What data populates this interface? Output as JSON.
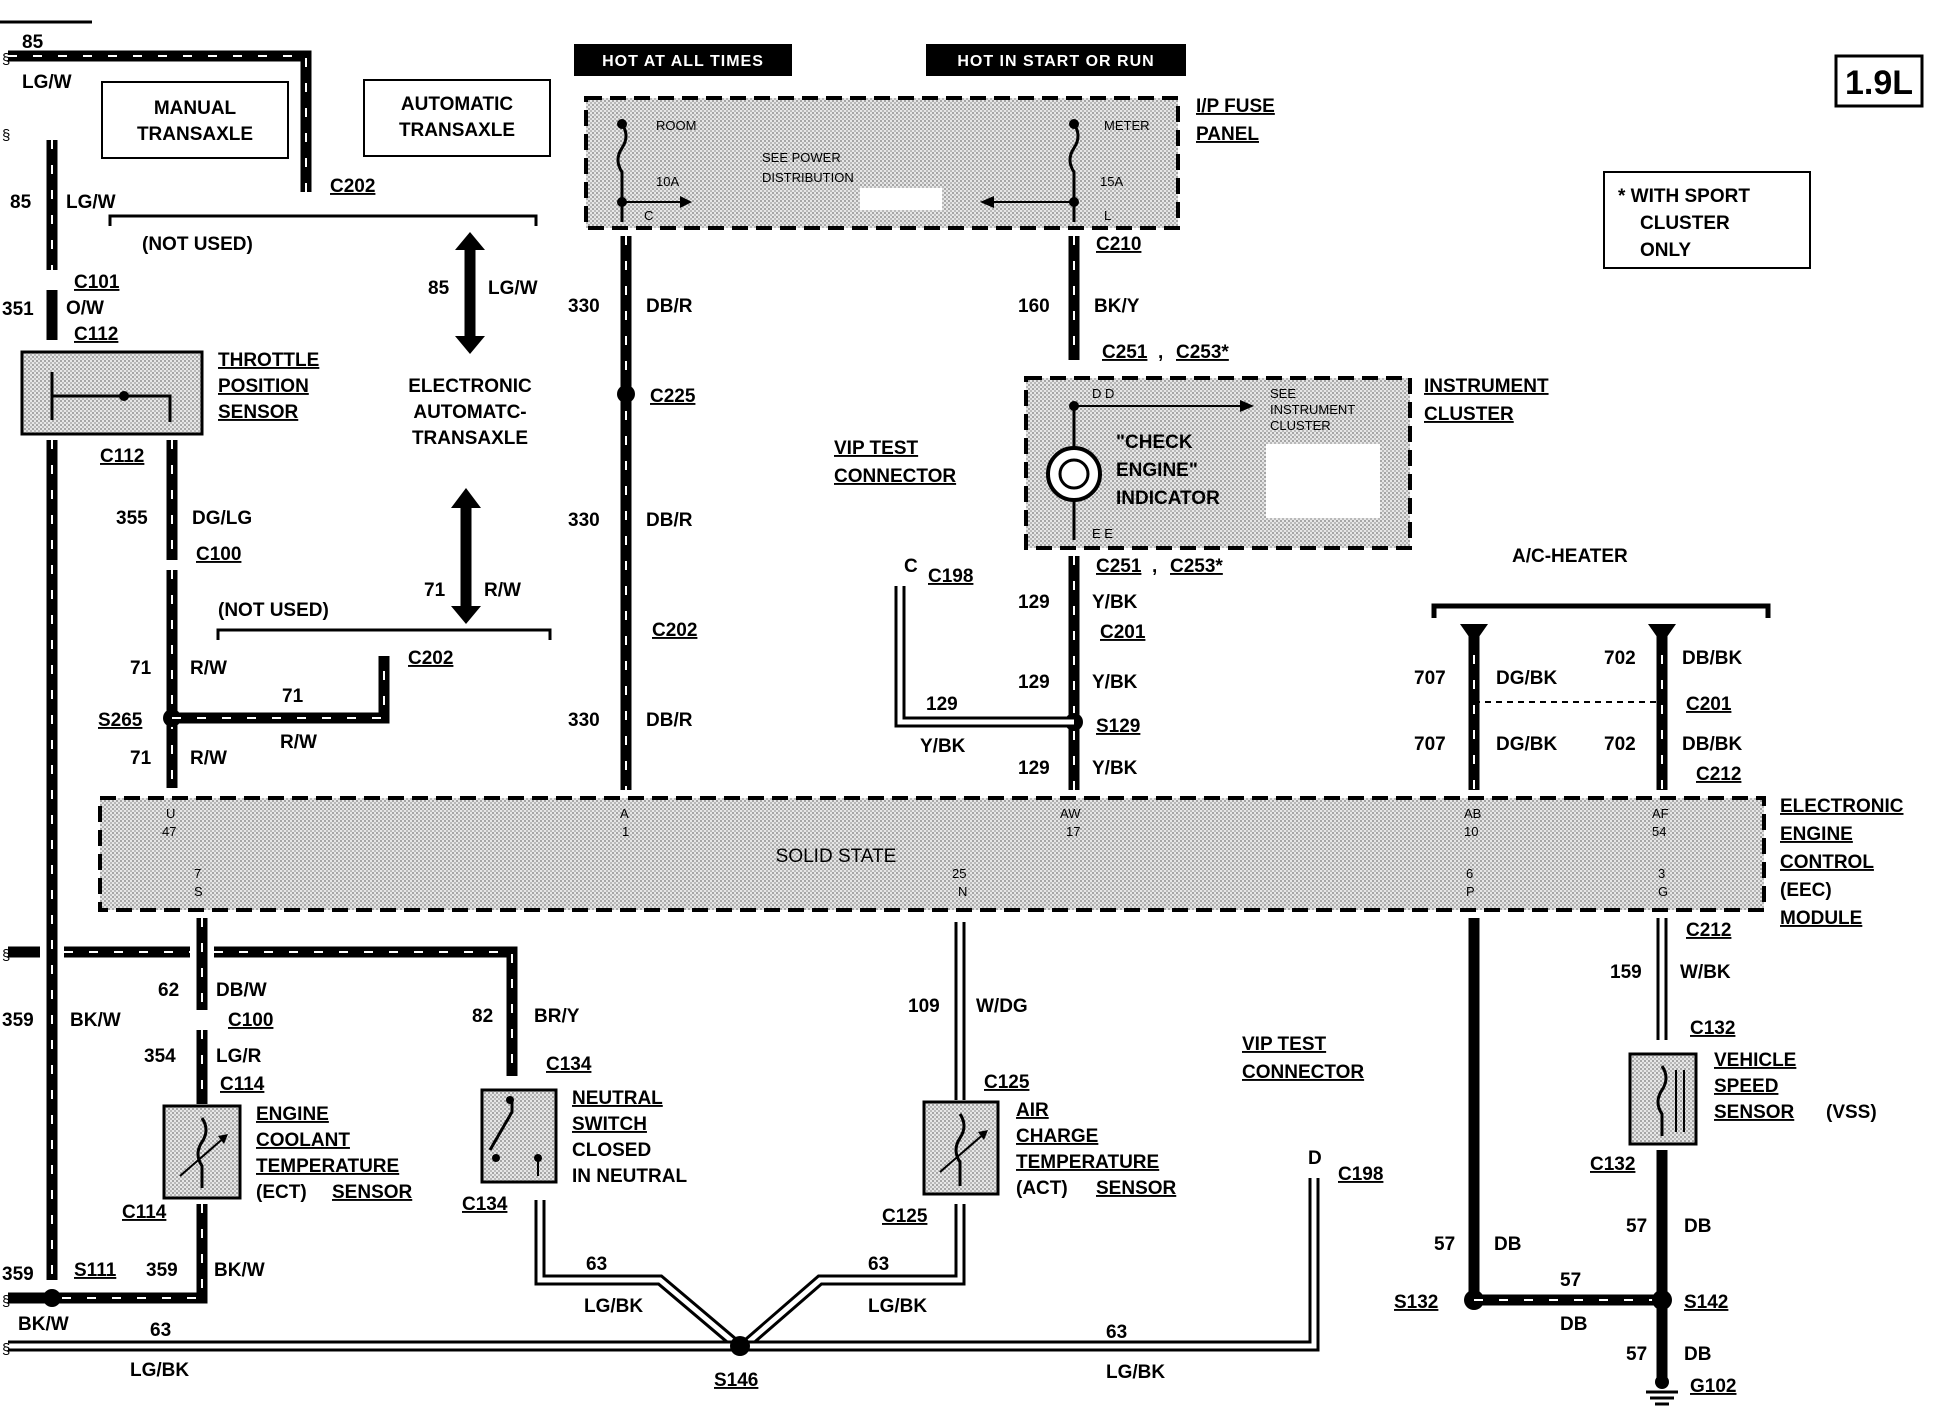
{
  "title_badge": "1.9L",
  "headers": {
    "hot_all_times": "HOT AT ALL TIMES",
    "hot_start_run": "HOT IN START OR RUN"
  },
  "components": {
    "manual_transaxle": [
      "MANUAL",
      "TRANSAXLE"
    ],
    "automatic_transaxle": [
      "AUTOMATIC",
      "TRANSAXLE"
    ],
    "ip_fuse_panel": [
      "I/P FUSE",
      "PANEL"
    ],
    "fuse_room": "ROOM",
    "fuse_meter": "METER",
    "fuse_10a": "10A",
    "fuse_15a": "15A",
    "fuse_pin_c": "C",
    "fuse_pin_l": "L",
    "see_power": [
      "SEE POWER",
      "DISTRIBUTION"
    ],
    "sport_note": [
      "* WITH SPORT",
      "CLUSTER",
      "ONLY"
    ],
    "tps": [
      "THROTTLE",
      "POSITION",
      "SENSOR"
    ],
    "eatx": [
      "ELECTRONIC",
      "AUTOMATC-",
      "TRANSAXLE"
    ],
    "not_used": "(NOT USED)",
    "vip_test_1": [
      "VIP TEST",
      "CONNECTOR"
    ],
    "instrument_cluster": [
      "INSTRUMENT",
      "CLUSTER"
    ],
    "see_instrument": [
      "SEE",
      "INSTRUMENT",
      "CLUSTER"
    ],
    "check_engine": [
      "\"CHECK",
      "ENGINE\"",
      "INDICATOR"
    ],
    "ic_pins_top": "D  D",
    "ic_pins_bot": "E  E",
    "ac_heater": "A/C-HEATER",
    "solid_state": "SOLID STATE",
    "eec": [
      "ELECTRONIC",
      "ENGINE",
      "CONTROL",
      "(EEC)",
      "MODULE"
    ],
    "ect": [
      "ENGINE",
      "COOLANT",
      "TEMPERATURE",
      "(ECT)",
      "SENSOR"
    ],
    "neutral": [
      "NEUTRAL",
      "SWITCH",
      "CLOSED",
      "IN NEUTRAL"
    ],
    "act": [
      "AIR",
      "CHARGE",
      "TEMPERATURE",
      "(ACT)",
      "SENSOR"
    ],
    "vip_test_2": [
      "VIP TEST",
      "CONNECTOR"
    ],
    "vss": [
      "VEHICLE",
      "SPEED",
      "SENSOR",
      "(VSS)"
    ]
  },
  "eec_pins": [
    {
      "top": "U",
      "num": "47"
    },
    {
      "top": "A",
      "num": "1"
    },
    {
      "top": "AW",
      "num": "17"
    },
    {
      "top": "AB",
      "num": "10"
    },
    {
      "top": "AF",
      "num": "54"
    }
  ],
  "eec_pins_bottom": [
    {
      "num": "7",
      "bot": "S"
    },
    {
      "num": "25",
      "bot": "N"
    },
    {
      "num": "6",
      "bot": "P"
    },
    {
      "num": "3",
      "bot": "G"
    }
  ],
  "connectors": {
    "c202a": "C202",
    "c101": "C101",
    "c112a": "C112",
    "c112b": "C112",
    "c100a": "C100",
    "c202b": "C202",
    "s265": "S265",
    "c225": "C225",
    "c202c": "C202",
    "c210": "C210",
    "c251a": "C251",
    "c253a": "C253*",
    "c251b": "C251",
    "c253b": "C253*",
    "c198a": "C198",
    "c201a": "C201",
    "s129": "S129",
    "c201b": "C201",
    "c212a": "C212",
    "c212b": "C212",
    "c100b": "C100",
    "c114a": "C114",
    "c114b": "C114",
    "c134a": "C134",
    "c134b": "C134",
    "c125a": "C125",
    "c125b": "C125",
    "c198b": "C198",
    "c132a": "C132",
    "c132b": "C132",
    "s111": "S111",
    "s146": "S146",
    "s132": "S132",
    "s142": "S142",
    "g102": "G102"
  },
  "wire_labels": {
    "w85a": "85",
    "w85a_c": "LG/W",
    "w85b": "85",
    "w85b_c": "LG/W",
    "w351": "351",
    "w351_c": "O/W",
    "w85c": "85",
    "w85c_c": "LG/W",
    "w355": "355",
    "w355_c": "DG/LG",
    "w71a": "71",
    "w71a_c": "R/W",
    "w71b": "71",
    "w71b_c": "R/W",
    "w71c": "71",
    "w71c_c": "R/W",
    "w71d": "71",
    "w71d_c": "R/W",
    "w330a": "330",
    "w330a_c": "DB/R",
    "w330b": "330",
    "w330b_c": "DB/R",
    "w330c": "330",
    "w330c_c": "DB/R",
    "w160": "160",
    "w160_c": "BK/Y",
    "w129a": "129",
    "w129a_c": "Y/BK",
    "w129b": "129",
    "w129b_c": "Y/BK",
    "w129c": "129",
    "w129c_c": "Y/BK",
    "w129d": "129",
    "w129d_c": "Y/BK",
    "w707a": "707",
    "w707a_c": "DG/BK",
    "w707b": "707",
    "w707b_c": "DG/BK",
    "w702a": "702",
    "w702a_c": "DB/BK",
    "w702b": "702",
    "w702b_c": "DB/BK",
    "w359a": "359",
    "w359a_c": "BK/W",
    "w359b": "359",
    "w359c": "359",
    "w359c_c": "BK/W",
    "w359d_c": "BK/W",
    "w62": "62",
    "w62_c": "DB/W",
    "w354": "354",
    "w354_c": "LG/R",
    "w82": "82",
    "w82_c": "BR/Y",
    "w109": "109",
    "w109_c": "W/DG",
    "w159": "159",
    "w159_c": "W/BK",
    "w63a": "63",
    "w63a_c": "LG/BK",
    "w63b": "63",
    "w63b_c": "LG/BK",
    "w63c": "63",
    "w63c_c": "LG/BK",
    "w63d": "63",
    "w63d_c": "LG/BK",
    "w57a": "57",
    "w57a_c": "DB",
    "w57b": "57",
    "w57b_c": "DB",
    "w57c": "57",
    "w57c_c": "DB",
    "w57d": "57",
    "w57d_c": "DB"
  },
  "pins": {
    "pin_c": "C",
    "pin_d": "D"
  }
}
